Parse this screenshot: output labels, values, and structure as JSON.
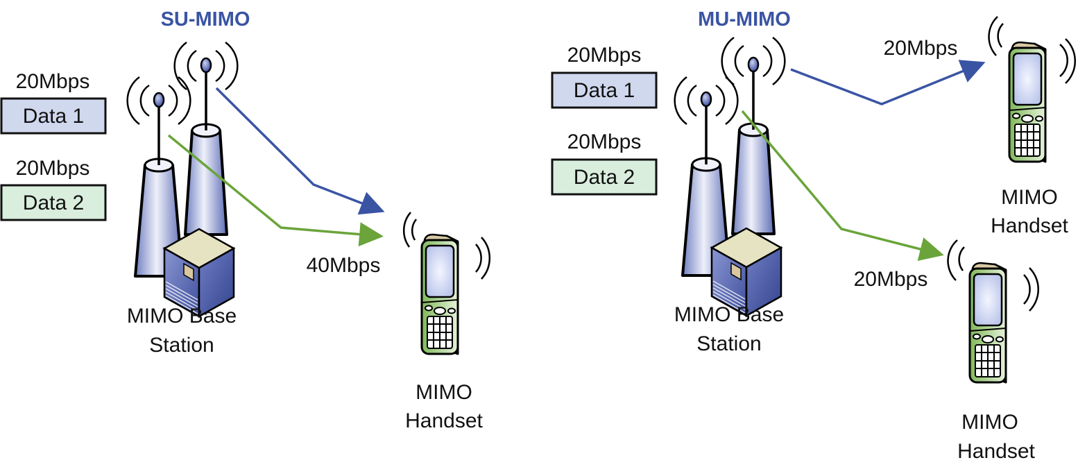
{
  "colors": {
    "title": "#3a54a4",
    "data1_fill": "#d0d8ee",
    "data2_fill": "#d9eedd",
    "stream1": "#3a54a4",
    "stream2": "#6aa43a",
    "handset_body": "#8fc46a",
    "handset_side": "#c9b48e",
    "tower": "#9aa6d6",
    "box_top": "#e6e3c2"
  },
  "su_mimo": {
    "title": "SU-MIMO",
    "data1": {
      "rate": "20Mbps",
      "label": "Data 1"
    },
    "data2": {
      "rate": "20Mbps",
      "label": "Data 2"
    },
    "base_station": {
      "line1": "MIMO Base",
      "line2": "Station"
    },
    "handset": {
      "line1": "MIMO",
      "line2": "Handset",
      "rate": "40Mbps"
    }
  },
  "mu_mimo": {
    "title": "MU-MIMO",
    "data1": {
      "rate": "20Mbps",
      "label": "Data 1"
    },
    "data2": {
      "rate": "20Mbps",
      "label": "Data 2"
    },
    "base_station": {
      "line1": "MIMO Base",
      "line2": "Station"
    },
    "handset1": {
      "line1": "MIMO",
      "line2": "Handset",
      "rate": "20Mbps"
    },
    "handset2": {
      "line1": "MIMO",
      "line2": "Handset",
      "rate": "20Mbps"
    }
  },
  "icons": {
    "antenna": "antenna-tower-icon",
    "server": "base-station-box-icon",
    "phone": "mobile-handset-icon",
    "waves": "radio-waves-icon"
  }
}
